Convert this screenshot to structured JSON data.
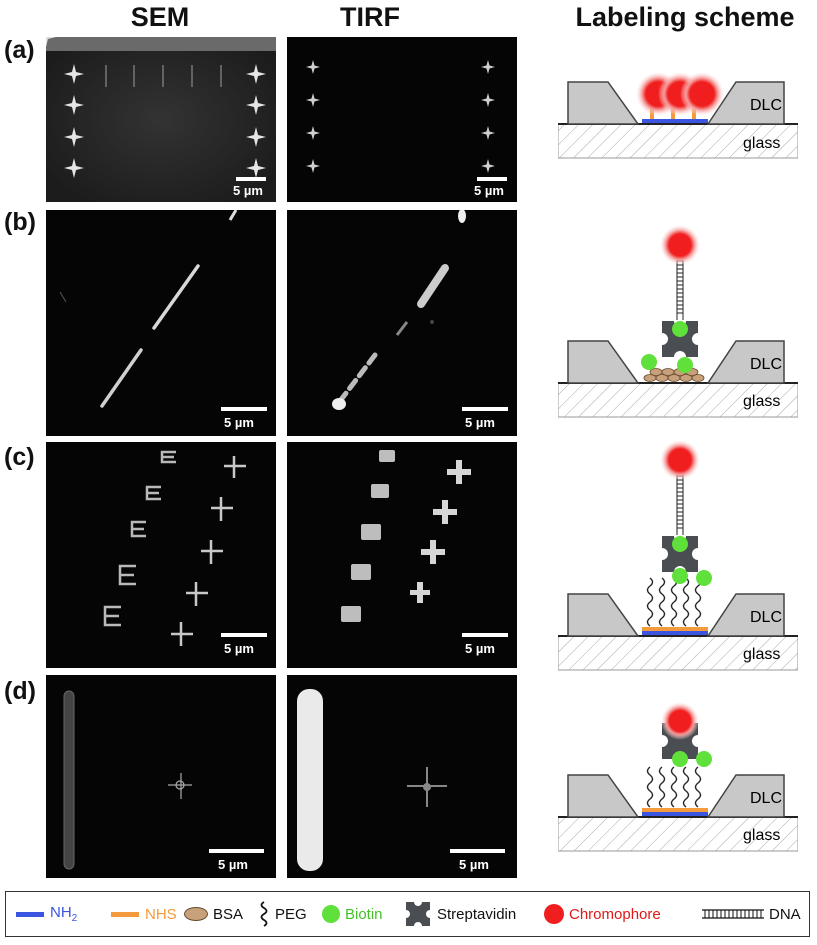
{
  "columns": {
    "sem": "SEM",
    "tirf": "TIRF",
    "labeling": "Labeling scheme"
  },
  "panels": [
    {
      "label": "(a)",
      "sem_scale": "5 µm",
      "tirf_scale": "5 µm"
    },
    {
      "label": "(b)",
      "sem_scale": "5 µm",
      "tirf_scale": "5 µm"
    },
    {
      "label": "(c)",
      "sem_scale": "5 µm",
      "tirf_scale": "5 µm"
    },
    {
      "label": "(d)",
      "sem_scale": "5 µm",
      "tirf_scale": "5 µm"
    }
  ],
  "scheme_labels": {
    "dlc": "DLC",
    "glass": "glass"
  },
  "legend": {
    "nh2_base": "NH",
    "nh2_sub": "2",
    "nhs": "NHS",
    "bsa": "BSA",
    "peg": "PEG",
    "biotin": "Biotin",
    "streptavidin": "Streptavidin",
    "chromophore": "Chromophore",
    "dna": "DNA"
  },
  "colors": {
    "nh2": "#3a55e0",
    "nhs": "#f39a3c",
    "bsa": "#c7a07c",
    "biotin": "#5fe03a",
    "streptavidin": "#4a4d52",
    "chromophore": "#f01e1e",
    "dlc": "#c8c8c8"
  }
}
